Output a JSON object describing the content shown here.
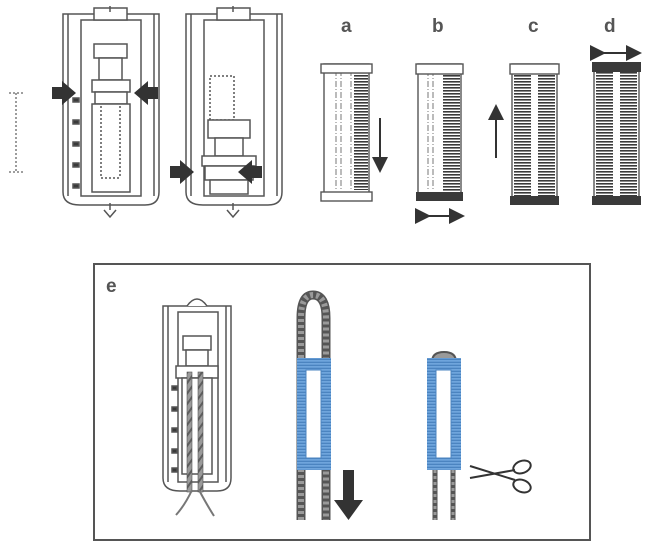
{
  "steps": {
    "a": "a",
    "b": "b",
    "c": "c",
    "d": "d",
    "e": "e"
  },
  "colors": {
    "outline": "#555555",
    "dark_fill": "#3a3a3a",
    "arrow": "#333333",
    "blue_band": "#6fa5dc",
    "cord": "#8a8a8a",
    "background": "#ffffff"
  },
  "icons": {
    "push_arrow": "arrow-icon",
    "double_arrow": "double-arrow-icon",
    "scissors": "scissors-icon"
  }
}
